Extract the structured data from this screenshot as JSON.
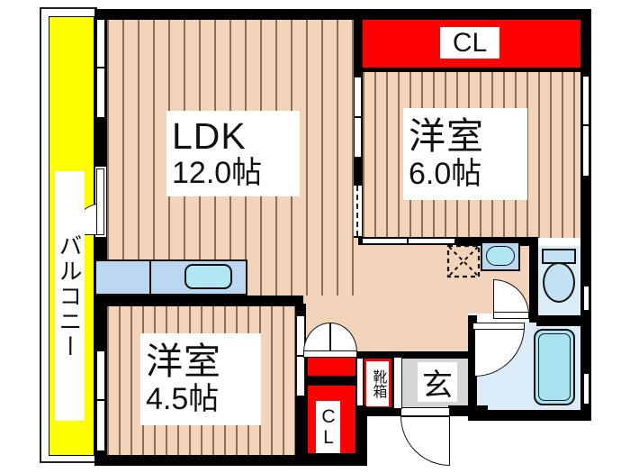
{
  "balcony": {
    "label": "バルコニー"
  },
  "rooms": {
    "ldk": {
      "name": "LDK",
      "area": "12.0帖"
    },
    "bedroom_east": {
      "name": "洋室",
      "area": "6.0帖"
    },
    "bedroom_south": {
      "name": "洋室",
      "area": "4.5帖"
    }
  },
  "storage": {
    "closet_north": {
      "label": "CL"
    },
    "closet_south": {
      "label": "CL"
    },
    "shoe_cabinet": {
      "label": "靴箱"
    }
  },
  "entrance": {
    "label": "玄"
  },
  "fixtures": [
    "kitchen-counter-with-sink",
    "washing-machine-pan",
    "vanity-basin",
    "toilet",
    "bathtub"
  ],
  "colors": {
    "balcony": "#ffff00",
    "closet": "#ff0000",
    "wood_floor": "#f2d4ba",
    "plank_line": "#8d6f55",
    "entrance_floor": "#d5d5d7",
    "wet_area_floor": "#dcebf8",
    "fixture_blue": "#bcd8f0",
    "bathtub_blue": "#a9e3f2",
    "wall": "#000000"
  }
}
